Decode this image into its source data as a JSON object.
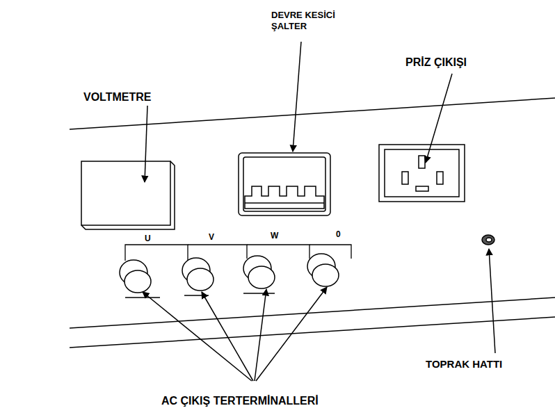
{
  "diagram": {
    "labels": [
      "DEVRE KESİCİ ŞALTER",
      "PRİZ ÇIKIŞI",
      "VOLTMETRE",
      "U",
      "V",
      "W",
      "0",
      "TOPRAK HATTI",
      "AC ÇIKIŞ TERTERMİNALLERİ"
    ]
  }
}
